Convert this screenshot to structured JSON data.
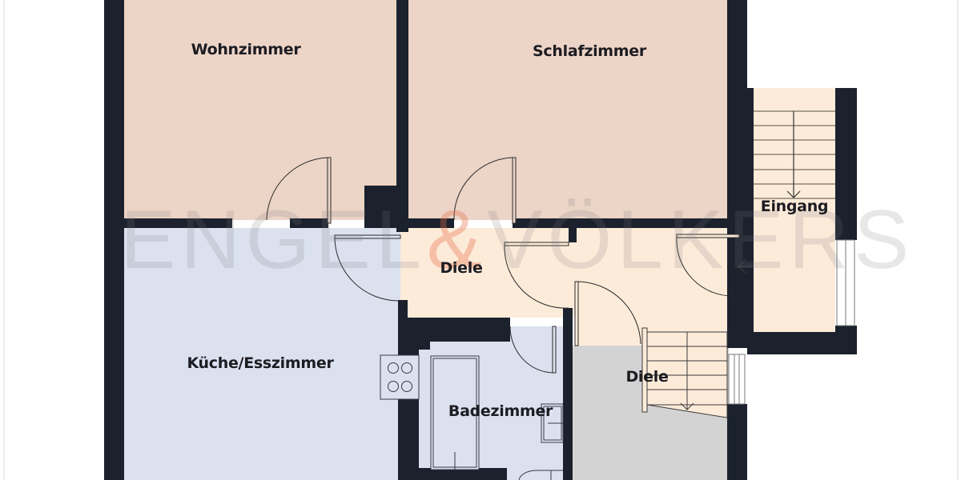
{
  "floorplan": {
    "colors": {
      "wall": "#1b222d",
      "living_room": "#ecd4c6",
      "bedroom": "#ecd4c6",
      "kitchen": "#dbe1ef",
      "bathroom": "#dbe1ef",
      "hallway": "#fdebd9",
      "entrance": "#fdebd9",
      "stair_area": "#d3d3d3",
      "background": "#ffffff"
    },
    "rooms": [
      {
        "id": "wohnzimmer",
        "label": "Wohnzimmer"
      },
      {
        "id": "schlafzimmer",
        "label": "Schlafzimmer"
      },
      {
        "id": "eingang",
        "label": "Eingang"
      },
      {
        "id": "diele_upper",
        "label": "Diele"
      },
      {
        "id": "kueche",
        "label": "Küche/Esszimmer"
      },
      {
        "id": "badezimmer",
        "label": "Badezimmer"
      },
      {
        "id": "diele_lower",
        "label": "Diele"
      }
    ],
    "watermark": {
      "left": "ENGEL",
      "amp": "&",
      "right": "VÖLKERS"
    }
  }
}
